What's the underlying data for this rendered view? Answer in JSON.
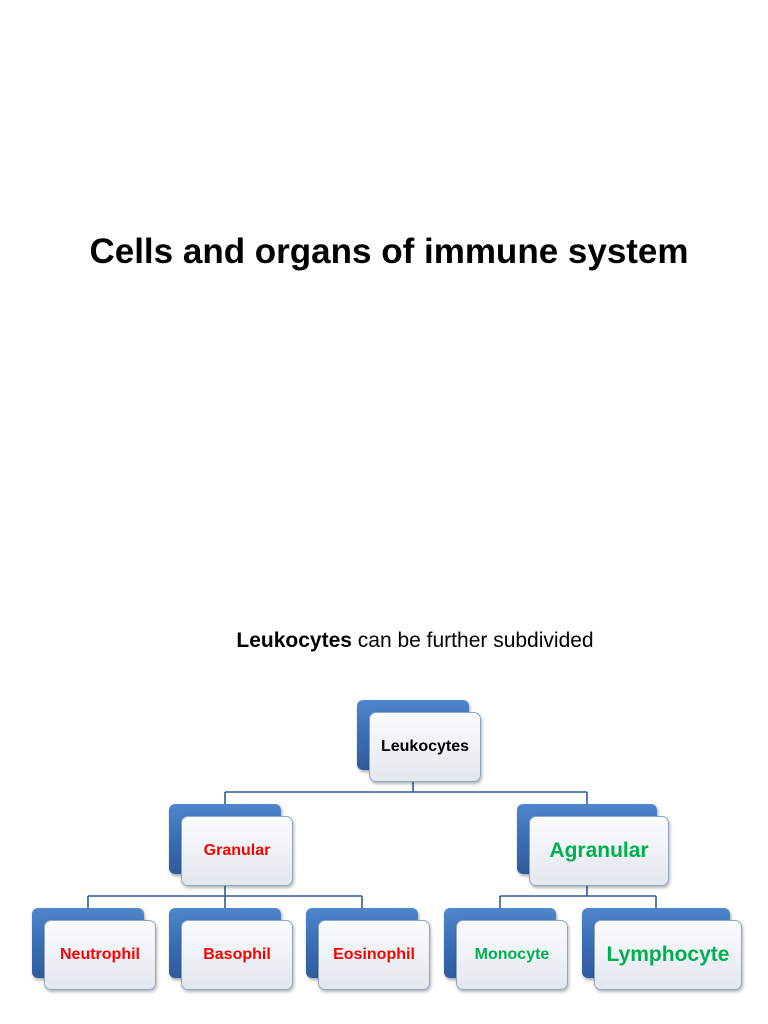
{
  "title": "Cells and organs of immune system",
  "subtitle": {
    "bold": "Leukocytes",
    "rest": " can be further subdivided"
  },
  "colors": {
    "granular_text": "#ff0000",
    "agranular_text": "#00b050",
    "connector": "#2e5c9e",
    "box_back": "#3a6cb2"
  },
  "tree": {
    "root": {
      "label": "Leukocytes"
    },
    "granular": {
      "label": "Granular",
      "children": [
        "Neutrophil",
        "Basophil",
        "Eosinophil"
      ]
    },
    "agranular": {
      "label": "Agranular",
      "children": [
        "Monocyte",
        "Lymphocyte"
      ]
    }
  }
}
